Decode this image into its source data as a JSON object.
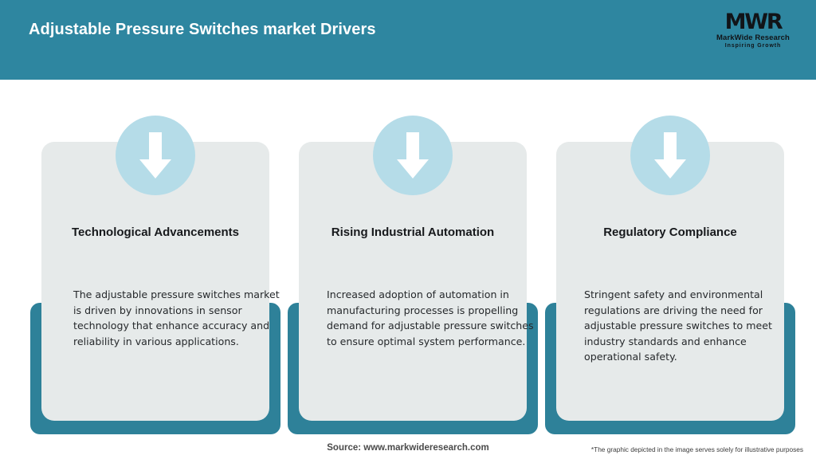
{
  "header": {
    "title": "Adjustable Pressure Switches market Drivers",
    "background_color": "#2E86A0",
    "logo": {
      "mark": "MWR",
      "name": "MarkWide Research",
      "tagline": "Inspiring Growth"
    }
  },
  "cards": [
    {
      "icon": "down-arrow-icon",
      "heading": "Technological Advancements",
      "text": "The adjustable pressure switches market is driven by innovations in sensor technology that enhance accuracy and reliability in various applications."
    },
    {
      "icon": "down-arrow-icon",
      "heading": "Rising Industrial Automation",
      "text": "Increased adoption of automation in manufacturing processes is propelling demand for adjustable pressure switches to ensure optimal system performance."
    },
    {
      "icon": "down-arrow-icon",
      "heading": "Regulatory Compliance",
      "text": "Stringent safety and environmental regulations are driving the need for adjustable pressure switches to meet industry standards and enhance operational safety."
    }
  ],
  "footer": {
    "source": "Source: www.markwideresearch.com",
    "disclaimer": "*The graphic depicted in the image serves solely for illustrative purposes"
  },
  "colors": {
    "header_teal": "#2E86A0",
    "accent_teal": "#2E8199",
    "card_grey": "#E6EAEA",
    "icon_circle_blue": "#B5DCE8",
    "arrow_white": "#FFFFFF"
  }
}
